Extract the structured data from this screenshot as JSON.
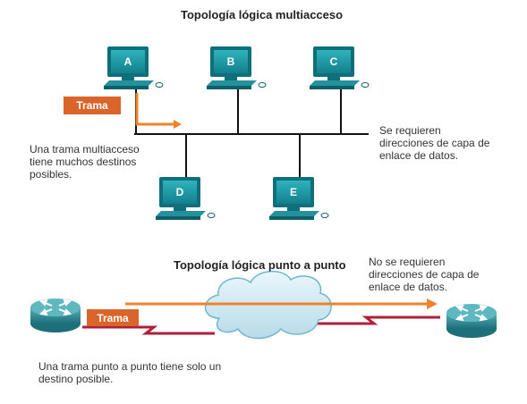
{
  "multi": {
    "title": "Topología lógica multiacceso",
    "frame_label": "Trama",
    "left_note_lines": [
      "Una trama multiacceso",
      "tiene muchos destinos",
      "posibles."
    ],
    "right_note_lines": [
      "Se requieren",
      "direcciones de capa de",
      "enlace de datos."
    ],
    "pcs": [
      "A",
      "B",
      "C",
      "D",
      "E"
    ]
  },
  "p2p": {
    "title": "Topología lógica punto a punto",
    "frame_label": "Trama",
    "right_note_lines": [
      "No se requieren",
      "direcciones de capa de",
      "enlace de datos."
    ],
    "bottom_note_lines": [
      "Una trama punto a punto tiene solo un",
      "destino posible."
    ]
  },
  "colors": {
    "frame_orange": "#d9652b",
    "arrow_orange": "#f0822a",
    "serial_link_red": "#b01f3a",
    "computer_teal": "#1f9aa6",
    "router_teal": "#2b8a95",
    "cloud_blue": "#cfe8f2"
  }
}
